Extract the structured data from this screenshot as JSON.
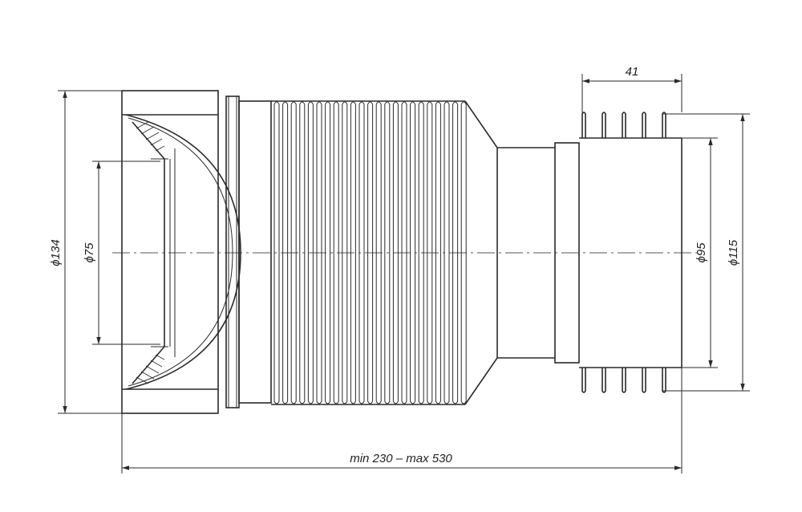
{
  "dimensions": {
    "outlet_width": "41",
    "inlet_outer_diameter": "ϕ134",
    "inlet_inner_diameter": "ϕ75",
    "outlet_inner_diameter": "ϕ95",
    "outlet_outer_diameter": "ϕ115",
    "overall_length": "min 230 – max 530"
  }
}
